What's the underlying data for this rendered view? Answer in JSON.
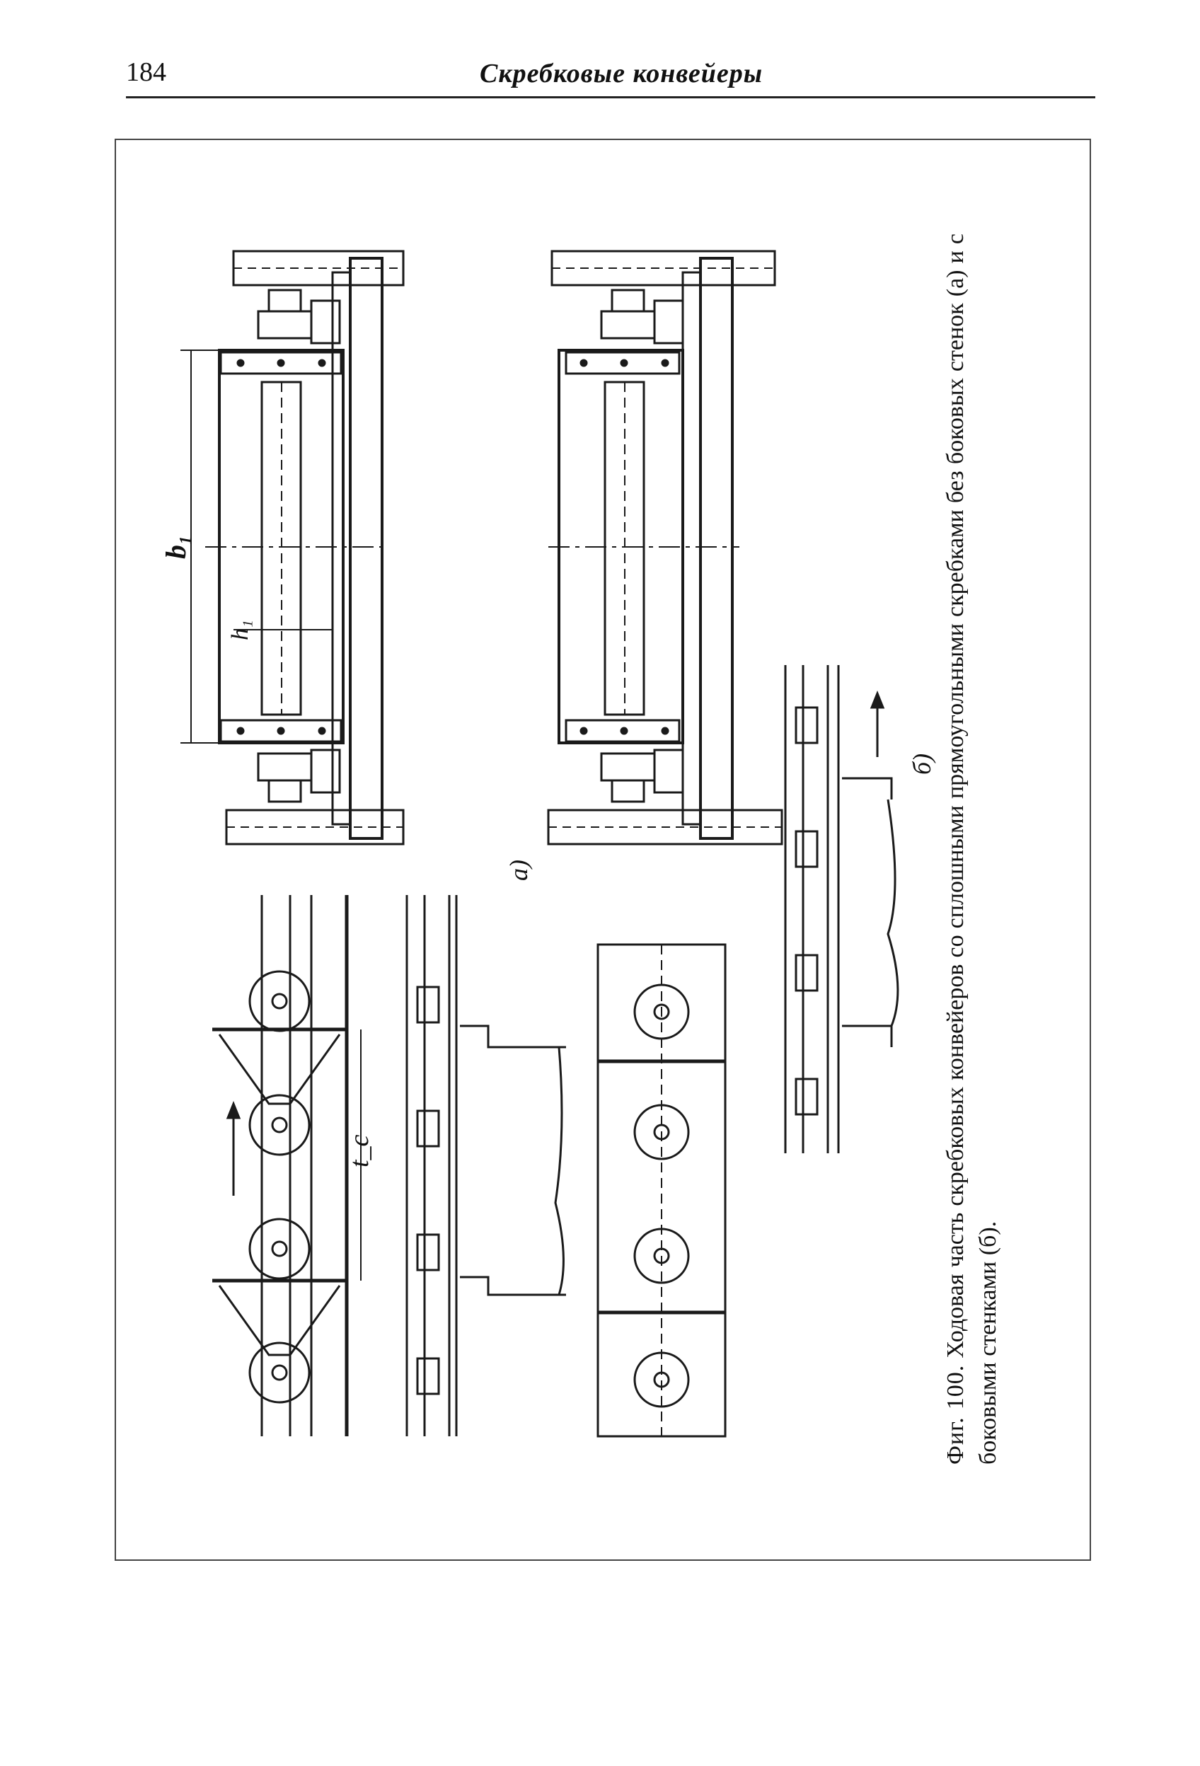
{
  "header": {
    "page_number": "184",
    "running_title": "Скребковые конвейеры"
  },
  "figure": {
    "caption_label": "Фиг. 100.",
    "caption_text": "Ходовая часть скребковых конвейеров со сплошными прямоугольными скребками без боковых стенок (а) и с боковыми стенками (б).",
    "label_a": "а)",
    "label_b": "б)",
    "dim_b1": "b₁",
    "dim_h1": "h₁",
    "dim_tc": "t_c"
  }
}
